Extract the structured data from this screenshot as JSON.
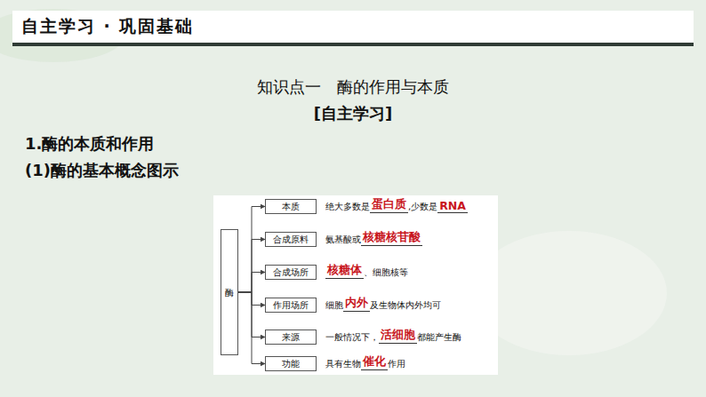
{
  "diagram": {
    "title": "知识点一　酶的作用与本质",
    "nodes": [
      {
        "text": [
          "酶"
        ]
      },
      {
        "text": [
          "本质"
        ]
      },
      {
        "text": [
          "合成原料"
        ]
      },
      {
        "text": [
          "合成场所"
        ]
      },
      {
        "text": [
          "作用场所"
        ]
      },
      {
        "text": [
          "来源"
        ]
      },
      {
        "text": [
          "功能"
        ]
      }
    ],
    "edges": [
      {
        "from": 0,
        "to": 1,
        "arrow": "to"
      },
      {
        "from": 0,
        "to": 2,
        "arrow": "to"
      },
      {
        "from": 0,
        "to": 3,
        "arrow": "to"
      },
      {
        "from": 0,
        "to": 4,
        "arrow": "to"
      },
      {
        "from": 0,
        "to": 5,
        "arrow": "to"
      },
      {
        "from": 0,
        "to": 6,
        "arrow": "to"
      }
    ],
    "labels": [
      "自主学习 · 巩固基础",
      "[自主学习]",
      "1.酶的本质和作用",
      "(1)酶的基本概念图示",
      "绝大多数是",
      "蛋白质",
      ",少数是",
      "RNA",
      "氨基酸或",
      "核糖核苷酸",
      "核糖体",
      "、细胞核等",
      "细胞",
      "内外",
      "及生物体内外均可",
      "一般情况下，",
      "活细胞",
      "都能产生酶",
      "具有生物",
      "催化",
      "作用"
    ]
  }
}
